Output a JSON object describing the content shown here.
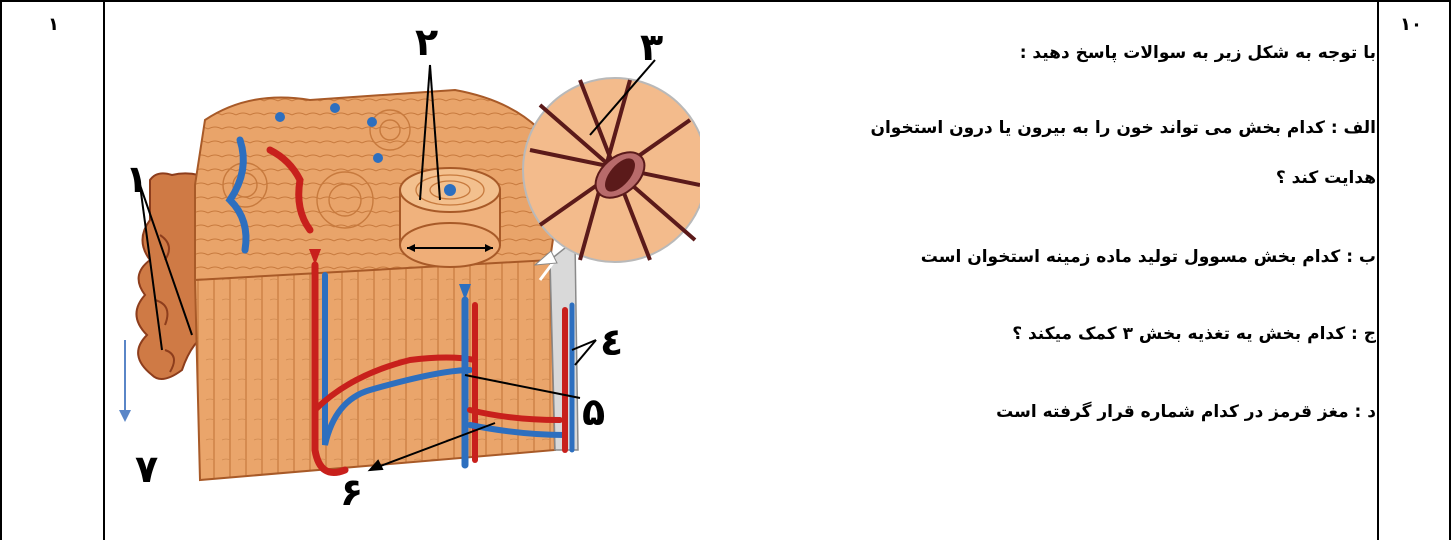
{
  "score": "۱",
  "question_number": "۱۰",
  "question": {
    "intro": "با توجه به شکل زیر به سوالات پاسخ دهید :",
    "part_a_line1": "الف : کدام بخش می تواند خون را به بیرون یا درون استخوان",
    "part_a_line2": "هدایت کند ؟",
    "part_b": "ب : کدام بخش مسوول تولید ماده زمینه استخوان است",
    "part_c": "ج : کدام بخش یه تغذیه بخش ۳ کمک میکند ؟",
    "part_d": "د : مغز قرمز در کدام شماره قرار گرفته است"
  },
  "figure": {
    "labels": {
      "l1": "۱",
      "l2": "۲",
      "l3": "۳",
      "l4": "٤",
      "l5": "۵",
      "l6": "۶",
      "l7": "۷"
    }
  }
}
